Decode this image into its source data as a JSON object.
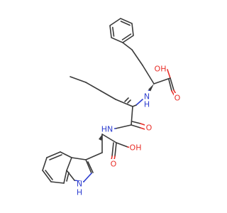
{
  "atom_labels": {
    "oh_top": "OH",
    "o_top": "O",
    "nh_top": "N",
    "h_top": "H",
    "o_amide": "O",
    "hn_amide": "HN",
    "oh_bottom": "OH",
    "o_bottom": "O",
    "n_indole": "N",
    "h_indole": "H"
  },
  "colors": {
    "bond": "#3a3a3a",
    "oxygen": "#e8302a",
    "nitrogen": "#2f3fd0",
    "background": "#ffffff"
  }
}
